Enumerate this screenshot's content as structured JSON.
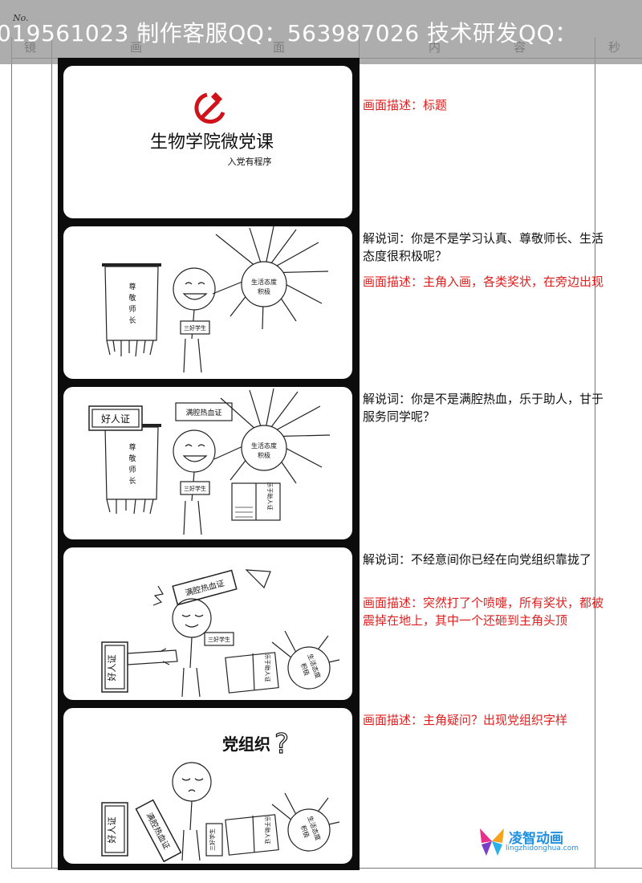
{
  "watermark": "019561023  制作客服QQ：563987026  技术研发QQ：",
  "header": {
    "no_label": "No.",
    "col_shot": "镜",
    "col_picture_a": "画",
    "col_picture_b": "面",
    "col_content_a": "内",
    "col_content_b": "容",
    "col_seconds": "秒"
  },
  "panel1": {
    "title": "生物学院微党课",
    "subtitle": "入党有程序"
  },
  "labels": {
    "banner": [
      "尊",
      "敬",
      "师",
      "长"
    ],
    "sun": [
      "生活态度",
      "积极"
    ],
    "book": "三好学生",
    "good_person": "好人证",
    "passion": "满腔热血证",
    "helpful": "乐于助人证",
    "party_org": "党组织",
    "question": "?"
  },
  "rows": [
    {
      "narration": "",
      "scene": "画面描述：标题"
    },
    {
      "narration": "解说词：你是不是学习认真、尊敬师长、生活态度很积极呢？",
      "scene": "画面描述：主角入画，各类奖状，在旁边出现"
    },
    {
      "narration": "解说词：你是不是满腔热血，乐于助人，甘于服务同学呢？",
      "scene": ""
    },
    {
      "narration": "解说词：不经意间你已经在向党组织靠拢了",
      "scene": "画面描述：突然打了个喷嚏，所有奖状，都被震掉在地上，其中一个还砸到主角头顶"
    },
    {
      "narration": "",
      "scene": "画面描述：主角疑问？出现党组织字样"
    }
  ],
  "logo": {
    "name": "凌智动画",
    "url": "lingzhidonghua.com"
  }
}
